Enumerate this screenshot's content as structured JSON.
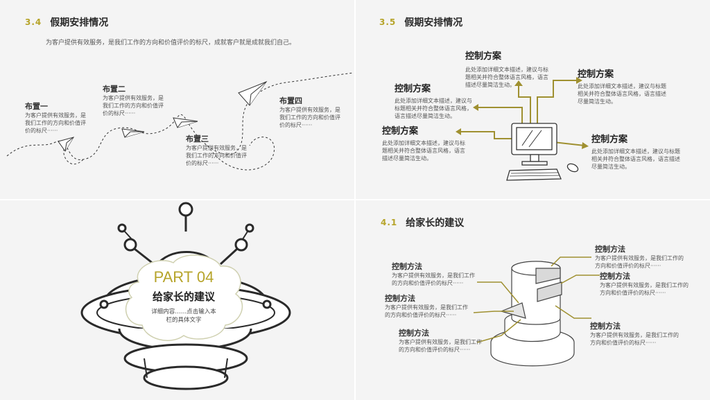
{
  "slides": {
    "s1": {
      "num": "3.4",
      "title": "假期安排情况",
      "intro": "为客户提供有效服务，是我们工作的方向和价值评价的标尺，成就客户就是成就我们自己。",
      "items": [
        {
          "label": "布置一",
          "text": "为客户提供有效服务，是我们工作的方向和价值评价的标尺······"
        },
        {
          "label": "布置二",
          "text": "为客户提供有效服务，是我们工作的方向和价值评价的标尺······"
        },
        {
          "label": "布置三",
          "text": "为客户提供有效服务，是我们工作的方向和价值评价的标尺······"
        },
        {
          "label": "布置四",
          "text": "为客户提供有效服务，是我们工作的方向和价值评价的标尺······"
        }
      ]
    },
    "s2": {
      "num": "3.5",
      "title": "假期安排情况",
      "items": [
        {
          "label": "控制方案",
          "text": "此处添加详细文本描述，建议与标题相关并符合整体语言风格，语言描述尽量简洁生动。"
        },
        {
          "label": "控制方案",
          "text": "此处添加详细文本描述，建议与标题相关并符合整体语言风格，语言描述尽量简洁生动。"
        },
        {
          "label": "控制方案",
          "text": "此处添加详细文本描述，建议与标题相关并符合整体语言风格，语言描述尽量简洁生动。"
        },
        {
          "label": "控制方案",
          "text": "此处添加详细文本描述，建议与标题相关并符合整体语言风格，语言描述尽量简洁生动。"
        },
        {
          "label": "控制方案",
          "text": "此处添加详细文本描述，建议与标题相关并符合整体语言风格，语言描述尽量简洁生动。"
        }
      ]
    },
    "s3": {
      "part": "PART 04",
      "title": "给家长的建议",
      "desc_line1": "详细内容……点击输入本",
      "desc_line2": "栏的具体文字"
    },
    "s4": {
      "num": "4.1",
      "title": "给家长的建议",
      "items": [
        {
          "label": "控制方法",
          "text": "为客户提供有效服务，是我们工作的方向和价值评价的标尺······"
        },
        {
          "label": "控制方法",
          "text": "为客户提供有效服务，是我们工作的方向和价值评价的标尺······"
        },
        {
          "label": "控制方法",
          "text": "为客户提供有效服务，是我们工作的方向和价值评价的标尺······"
        },
        {
          "label": "控制方法",
          "text": "为客户提供有效服务，是我们工作的方向和价值评价的标尺······"
        },
        {
          "label": "控制方法",
          "text": "为客户提供有效服务，是我们工作的方向和价值评价的标尺······"
        },
        {
          "label": "控制方法",
          "text": "为客户提供有效服务，是我们工作的方向和价值评价的标尺······"
        }
      ]
    }
  },
  "colors": {
    "accent": "#b6a42a",
    "panel_bg": "#f4f4f4",
    "ink": "#555555"
  },
  "icons": [
    "paper-plane-icon",
    "computer-icon",
    "keyboard-icon",
    "mouse-icon",
    "robot-ufo-icon",
    "cylinder-chart-icon"
  ]
}
